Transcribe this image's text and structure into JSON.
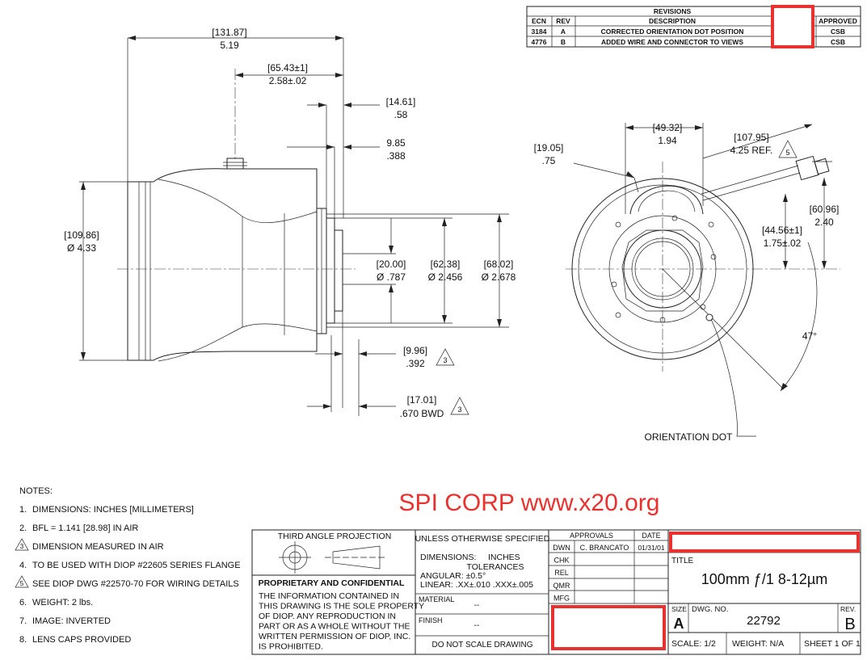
{
  "revisions": {
    "title": "REVISIONS",
    "headers": [
      "ECN",
      "REV",
      "DESCRIPTION",
      "APPROVED"
    ],
    "rows": [
      {
        "ecn": "3184",
        "rev": "A",
        "description": "CORRECTED ORIENTATION DOT POSITION",
        "approved": "CSB"
      },
      {
        "ecn": "4776",
        "rev": "B",
        "description": "ADDED WIRE AND CONNECTOR TO VIEWS",
        "approved": "CSB"
      }
    ]
  },
  "side_view": {
    "overall_length": {
      "mm": "131.87",
      "in": "5.19"
    },
    "stem_offset": {
      "mm": "65.43±1",
      "in": "2.58±.02"
    },
    "flange_thickness": {
      "mm": "14.61",
      "in": ".58"
    },
    "flange_step": {
      "mm": "9.85",
      "in": ".388"
    },
    "outer_diameter": {
      "mm": "109.86",
      "in": "Ø 4.33"
    },
    "bore_diameter": {
      "mm": "20.00",
      "in": "Ø .787"
    },
    "mount_diameter": {
      "mm": "62.38",
      "in": "Ø 2.456"
    },
    "flange_diameter": {
      "mm": "68.02",
      "in": "Ø 2.678"
    },
    "rear_offset": {
      "mm": "9.96",
      "in": ".392",
      "note": "3"
    },
    "bwd": {
      "mm": "17.01",
      "in": ".670 BWD",
      "note": "3"
    }
  },
  "front_view": {
    "edge_offset": {
      "mm": "19.05",
      "in": ".75"
    },
    "connector_width": {
      "mm": "49.32",
      "in": "1.94"
    },
    "cable_ref": {
      "mm": "107.95",
      "in": "4.25 REF.",
      "note": "5"
    },
    "cable_height": {
      "mm": "60.96",
      "in": "2.40"
    },
    "center_height": {
      "mm": "44.56±1",
      "in": "1.75±.02"
    },
    "dot_angle": "47°",
    "orientation_label": "ORIENTATION DOT"
  },
  "notes": {
    "title": "NOTES:",
    "items": [
      {
        "num": "1.",
        "text": "DIMENSIONS: INCHES [MILLIMETERS]",
        "triangle": false
      },
      {
        "num": "2.",
        "text": "BFL = 1.141 [28.98] IN AIR",
        "triangle": false
      },
      {
        "num": "3",
        "text": "DIMENSION MEASURED IN AIR",
        "triangle": true
      },
      {
        "num": "4.",
        "text": "TO BE USED WITH DIOP #22605 SERIES FLANGE",
        "triangle": false
      },
      {
        "num": "5",
        "text": "SEE DIOP DWG #22570-70 FOR WIRING DETAILS",
        "triangle": true
      },
      {
        "num": "6.",
        "text": "WEIGHT: 2 lbs.",
        "triangle": false
      },
      {
        "num": "7.",
        "text": "IMAGE: INVERTED",
        "triangle": false
      },
      {
        "num": "8.",
        "text": "LENS CAPS PROVIDED",
        "triangle": false
      }
    ]
  },
  "watermark": "SPI CORP www.x20.org",
  "title_block": {
    "projection": "THIRD ANGLE PROJECTION",
    "proprietary_title": "PROPRIETARY AND CONFIDENTIAL",
    "proprietary_lines": [
      "THE INFORMATION CONTAINED IN",
      "THIS DRAWING IS THE SOLE PROPERTY",
      "OF DIOP.  ANY REPRODUCTION IN",
      "PART OR AS A WHOLE WITHOUT THE",
      "WRITTEN PERMISSION OF DIOP, INC.",
      "IS PROHIBITED."
    ],
    "unless": "UNLESS OTHERWISE SPECIFIED",
    "dimensions_label": "DIMENSIONS:",
    "dimensions_value": "INCHES",
    "tolerances": "TOLERANCES",
    "angular": "ANGULAR:  ±0.5°",
    "linear": "LINEAR:  .XX±.010   .XXX±.005",
    "material_label": "MATERIAL",
    "material_value": "--",
    "finish_label": "FINISH",
    "finish_value": "--",
    "do_not_scale": "DO  NOT  SCALE  DRAWING",
    "approvals_header": "APPROVALS",
    "date_header": "DATE",
    "approvals": [
      {
        "role": "DWN",
        "name": "C. BRANCATO",
        "date": "01/31/01"
      },
      {
        "role": "CHK",
        "name": "",
        "date": ""
      },
      {
        "role": "REL",
        "name": "",
        "date": ""
      },
      {
        "role": "QMR",
        "name": "",
        "date": ""
      },
      {
        "role": "MFG",
        "name": "",
        "date": ""
      }
    ],
    "title_label": "TITLE",
    "title": "100mm ƒ/1 8-12µm",
    "size_label": "SIZE",
    "size": "A",
    "dwg_no_label": "DWG.  NO.",
    "dwg_no": "22792",
    "rev_label": "REV.",
    "rev": "B",
    "scale": "SCALE:  1/2",
    "weight": "WEIGHT:   N/A",
    "sheet": "SHEET 1 OF 1"
  },
  "colors": {
    "redaction": "#e8322f",
    "watermark": "#e8322f",
    "ink": "#111111"
  }
}
